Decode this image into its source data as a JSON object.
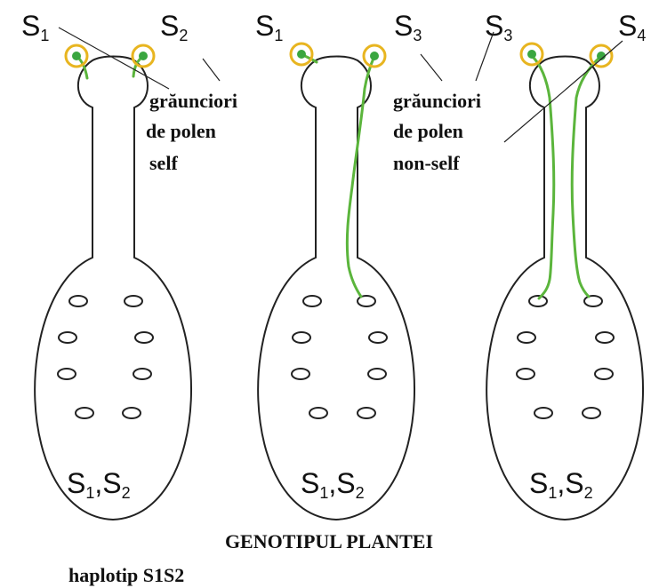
{
  "pistils": [
    {
      "pollen_labels": [
        {
          "base": "S",
          "sub": "1"
        },
        {
          "base": "S",
          "sub": "2"
        }
      ],
      "genotype": {
        "a": "S",
        "a_sub": "1",
        "sep": ",",
        "b": "S",
        "b_sub": "2"
      }
    },
    {
      "pollen_labels": [
        {
          "base": "S",
          "sub": "1"
        },
        {
          "base": "S",
          "sub": "3"
        }
      ],
      "genotype": {
        "a": "S",
        "a_sub": "1",
        "sep": ",",
        "b": "S",
        "b_sub": "2"
      }
    },
    {
      "pollen_labels": [
        {
          "base": "S",
          "sub": "3"
        },
        {
          "base": "S",
          "sub": "4"
        }
      ],
      "genotype": {
        "a": "S",
        "a_sub": "1",
        "sep": ",",
        "b": "S",
        "b_sub": "2"
      }
    }
  ],
  "annotations": {
    "self": [
      "grăunciori",
      "de polen",
      "self"
    ],
    "non_self": [
      "grăunciori",
      "de polen",
      "non-self"
    ]
  },
  "footer": {
    "title": "GENOTIPUL PLANTEI",
    "haplotype": "haplotip S1S2"
  },
  "colors": {
    "pollen_ring": "#e8b520",
    "pollen_core": "#3aa640",
    "pollen_tube": "#5bb53c",
    "outline": "#222222"
  }
}
